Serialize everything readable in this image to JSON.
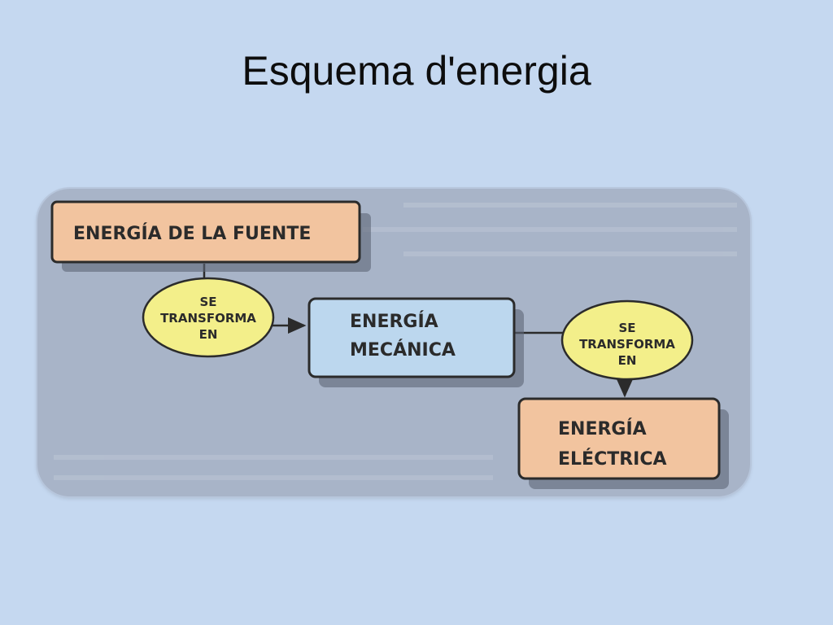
{
  "slide": {
    "title": "Esquema d'energia"
  },
  "diagram": {
    "nodes": {
      "source": {
        "line1": "ENERGÍA DE LA FUENTE",
        "fill": "#f2c49f"
      },
      "mechanical": {
        "line1": "ENERGÍA",
        "line2": "MECÁNICA",
        "fill": "#bcd7ee"
      },
      "electrical": {
        "line1": "ENERGÍA",
        "line2": "ELÉCTRICA",
        "fill": "#f2c49f"
      }
    },
    "connectors": {
      "transform1": {
        "line1": "SE",
        "line2": "TRANSFORMA",
        "line3": "EN",
        "fill": "#f3ef8a"
      },
      "transform2": {
        "line1": "SE",
        "line2": "TRANSFORMA",
        "line3": "EN",
        "fill": "#f3ef8a"
      }
    },
    "colors": {
      "background": "#c5d8f0",
      "picture_background": "#a8b4c8",
      "stroke": "#2b2b2b"
    }
  }
}
